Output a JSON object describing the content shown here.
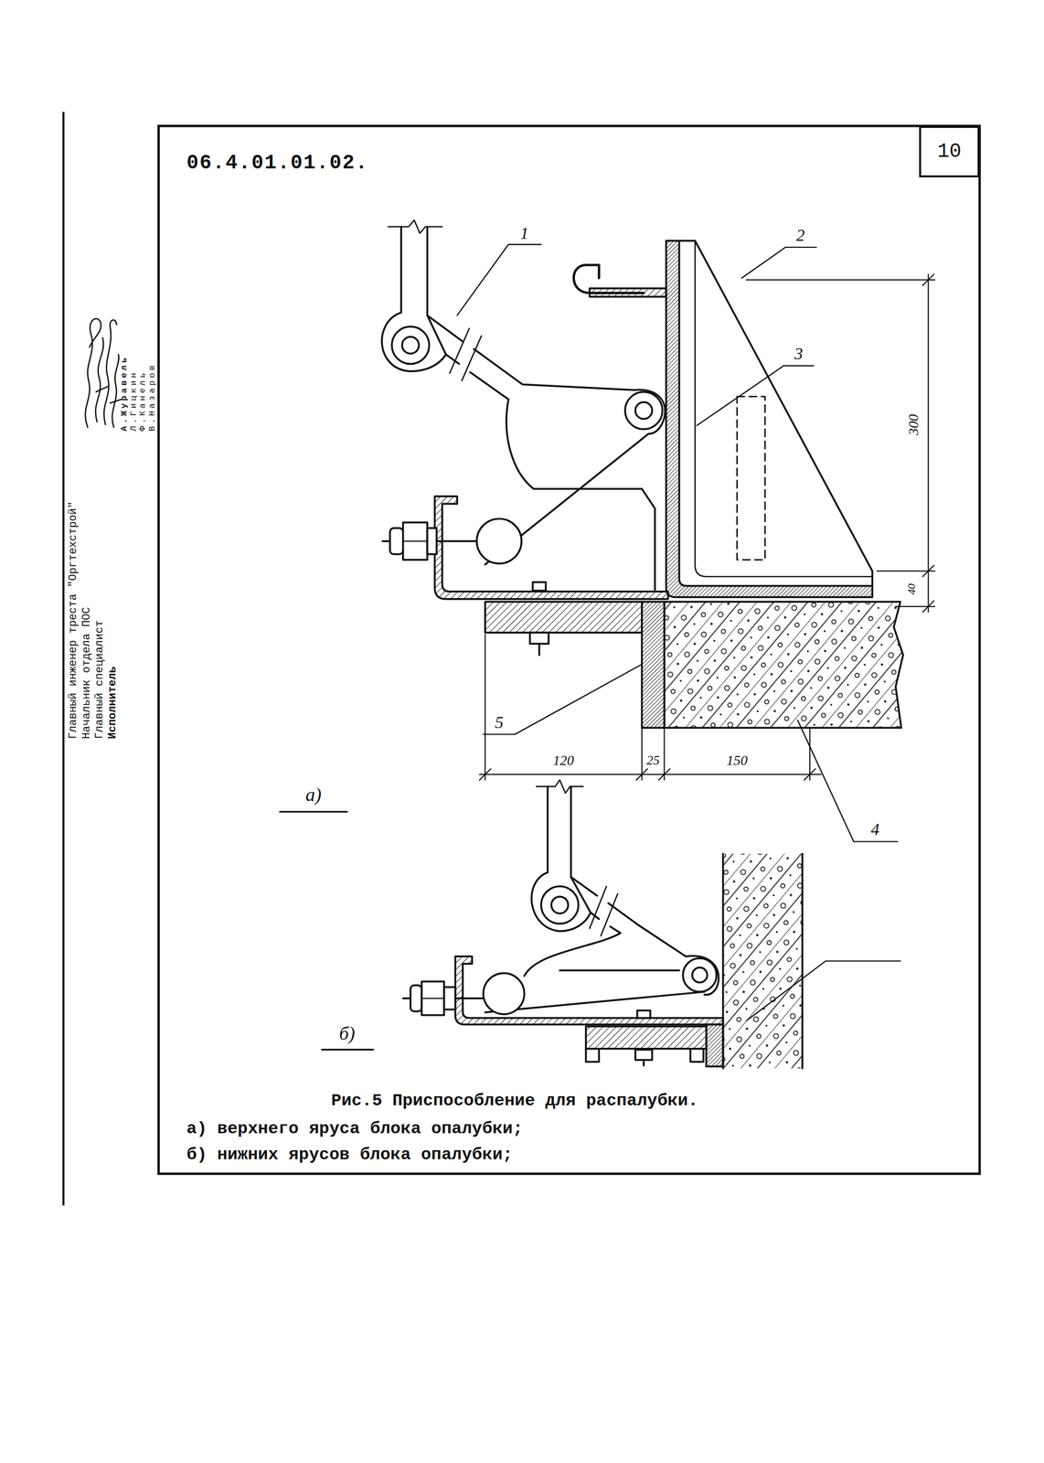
{
  "diagram": {
    "caption": "Рис.5 Приспособление для распалубки.",
    "nodes": [
      {
        "text": [
          "10"
        ]
      }
    ],
    "labels": [
      "06.4.01.01.02.",
      "Главный инженер треста \"Оргтехстрой\"",
      "Начальник отдела ПОС",
      "Главный специалист",
      "Исполнитель",
      "А.Журавель",
      "Л.Гицкин",
      "Ф.Канель",
      "В.Назаров",
      "1",
      "2",
      "3",
      "300",
      "40",
      "5",
      "120",
      "25",
      "150",
      "4",
      "а)",
      "б)",
      "а) верхнего яруса блока опалубки;",
      "б) нижних ярусов блока опалубки;"
    ]
  }
}
